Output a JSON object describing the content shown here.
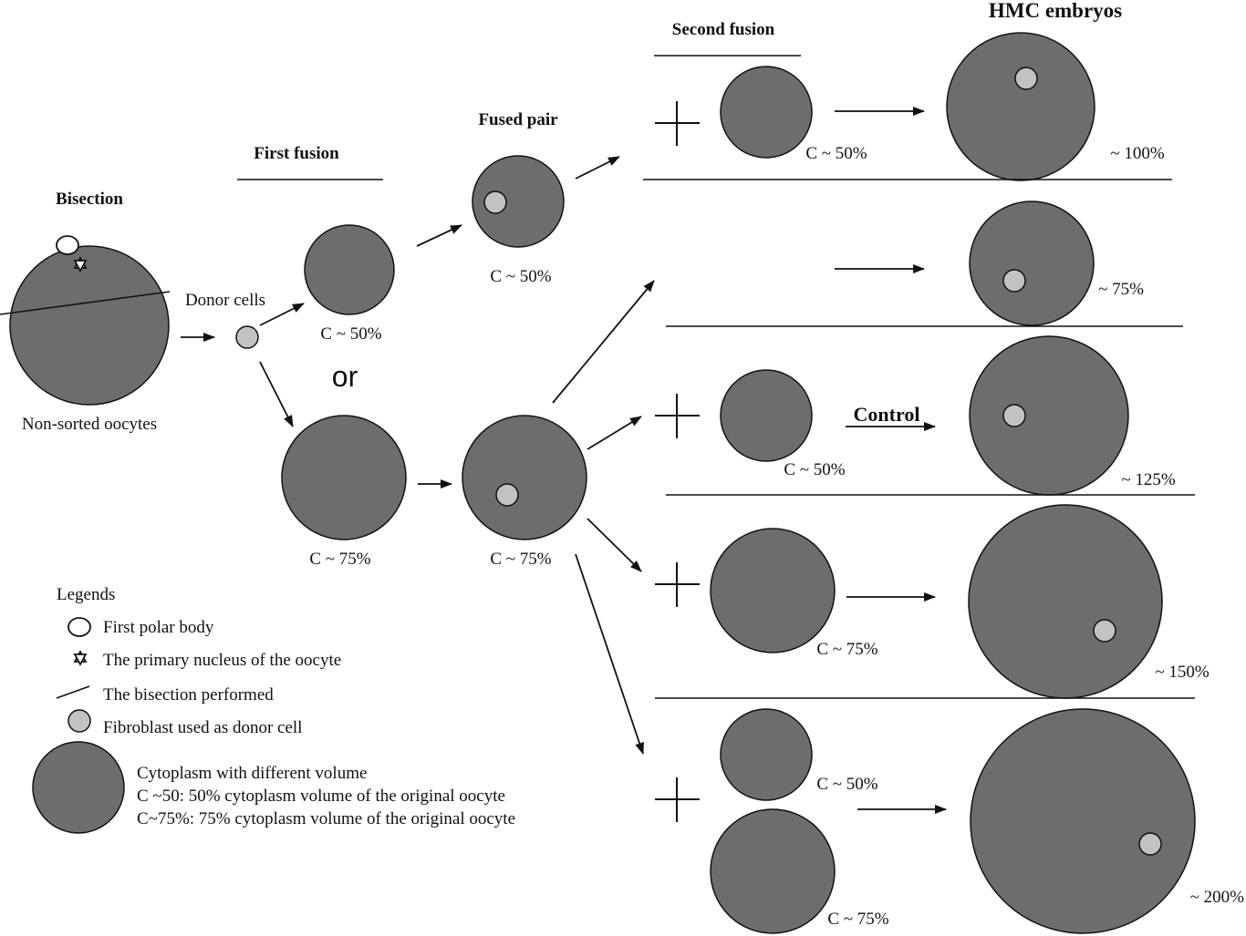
{
  "headings": {
    "bisection": "Bisection",
    "first_fusion": "First fusion",
    "fused_pair": "Fused pair",
    "second_fusion": "Second fusion",
    "hmc_embryos": "HMC embryos"
  },
  "labels": {
    "donor_cells": "Donor cells",
    "non_sorted": "Non-sorted oocytes",
    "or": "or",
    "first_c50": "C ~ 50%",
    "first_c75": "C ~ 75%",
    "fused_c50": "C ~ 50%",
    "fused_c75": "C ~ 75%"
  },
  "rows": [
    {
      "donor": "C ~ 50%",
      "result": "~ 100%"
    },
    {
      "result": "~ 75%"
    },
    {
      "donor": "C ~ 50%",
      "arrow_label": "Control",
      "result": "~ 125%"
    },
    {
      "donor": "C ~ 75%",
      "result": "~ 150%"
    },
    {
      "donors": [
        "C ~ 50%",
        "C ~ 75%"
      ],
      "result": "~ 200%"
    }
  ],
  "legend": {
    "title": "Legends",
    "items": [
      "First polar body",
      "The primary nucleus of the oocyte",
      "The bisection performed",
      "Fibroblast used as donor cell"
    ],
    "cytoplasm": [
      "Cytoplasm with different volume",
      "C ~50: 50% cytoplasm volume of the original oocyte",
      "C~75%: 75% cytoplasm volume of the original oocyte"
    ]
  },
  "colors": {
    "cytoplasm": "#6d6d6d",
    "donor_cell": "#c2c2c2",
    "polar_body": "#ffffff"
  }
}
